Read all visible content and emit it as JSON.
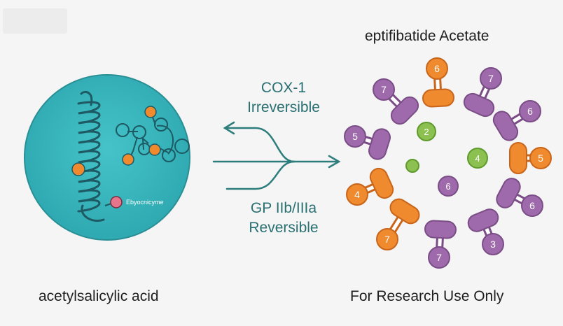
{
  "left_label": "acetylsalicylic acid",
  "right_title": "eptifibatide Acetate",
  "right_footer": "For Research Use Only",
  "mechanism_top": [
    "COX-1",
    "Irreversible"
  ],
  "mechanism_bottom": [
    "GP IIb/IIIa",
    "Reversible"
  ],
  "enzyme_label": "Ebyocnicyme",
  "ring_units": [
    {
      "num": "6",
      "color": "orange"
    },
    {
      "num": "7",
      "color": "purple"
    },
    {
      "num": "6",
      "color": "purple"
    },
    {
      "num": "5",
      "color": "orange"
    },
    {
      "num": "6",
      "color": "purple"
    },
    {
      "num": "3",
      "color": "purple"
    },
    {
      "num": "7",
      "color": "purple"
    },
    {
      "num": "7",
      "color": "orange"
    },
    {
      "num": "4",
      "color": "orange"
    },
    {
      "num": "5",
      "color": "purple"
    },
    {
      "num": "7",
      "color": "purple"
    }
  ],
  "center_units": [
    {
      "num": "2",
      "color": "green"
    },
    {
      "num": "4",
      "color": "green"
    },
    {
      "num": "6",
      "color": "purple"
    },
    {
      "num": "",
      "color": "green"
    }
  ],
  "colors": {
    "orange": "#f08a2e",
    "purple": "#9e6aab",
    "green": "#8cc152",
    "teal_circle": "#3cb8bf",
    "teal_text": "#2a6f72",
    "arrow": "#2e7d7d"
  }
}
